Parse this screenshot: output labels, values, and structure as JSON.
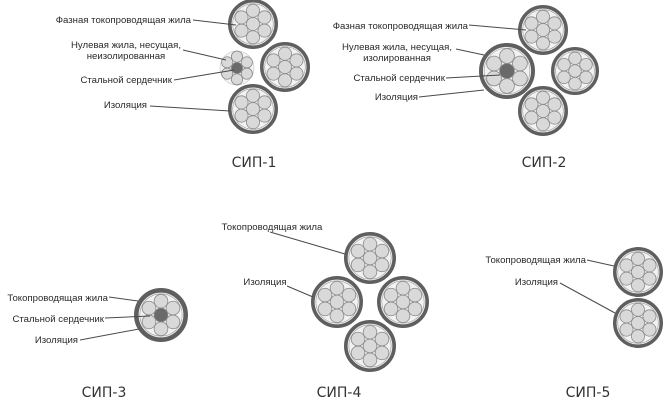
{
  "colors": {
    "insulation": "#5f5f5f",
    "insulation_inner": "#f2f2f2",
    "strand_fill": "#d9d9d9",
    "strand_stroke": "#8a8a8a",
    "steel_core": "#6a6a6a",
    "leader": "#4a4a4a",
    "text": "#2a2a2a"
  },
  "diagrams": [
    {
      "title": "СИП-1",
      "labels": {
        "phase": "Фазная токопроводящая жила",
        "neutral_line1": "Нулевая жила, несущая,",
        "neutral_line2": "неизолированная",
        "steel": "Стальной сердечник",
        "insulation": "Изоляция"
      }
    },
    {
      "title": "СИП-2",
      "labels": {
        "phase": "Фазная токопроводящая жила",
        "neutral_line1": "Нулевая жила, несущая,",
        "neutral_line2": "изолированная",
        "steel": "Стальной сердечник",
        "insulation": "Изоляция"
      }
    },
    {
      "title": "СИП-3",
      "labels": {
        "conductor": "Токопроводящая жила",
        "steel": "Стальной сердечник",
        "insulation": "Изоляция"
      }
    },
    {
      "title": "СИП-4",
      "labels": {
        "conductor": "Токопроводящая жила",
        "insulation": "Изоляция"
      }
    },
    {
      "title": "СИП-5",
      "labels": {
        "conductor": "Токопроводящая жила",
        "insulation": "Изоляция"
      }
    }
  ]
}
